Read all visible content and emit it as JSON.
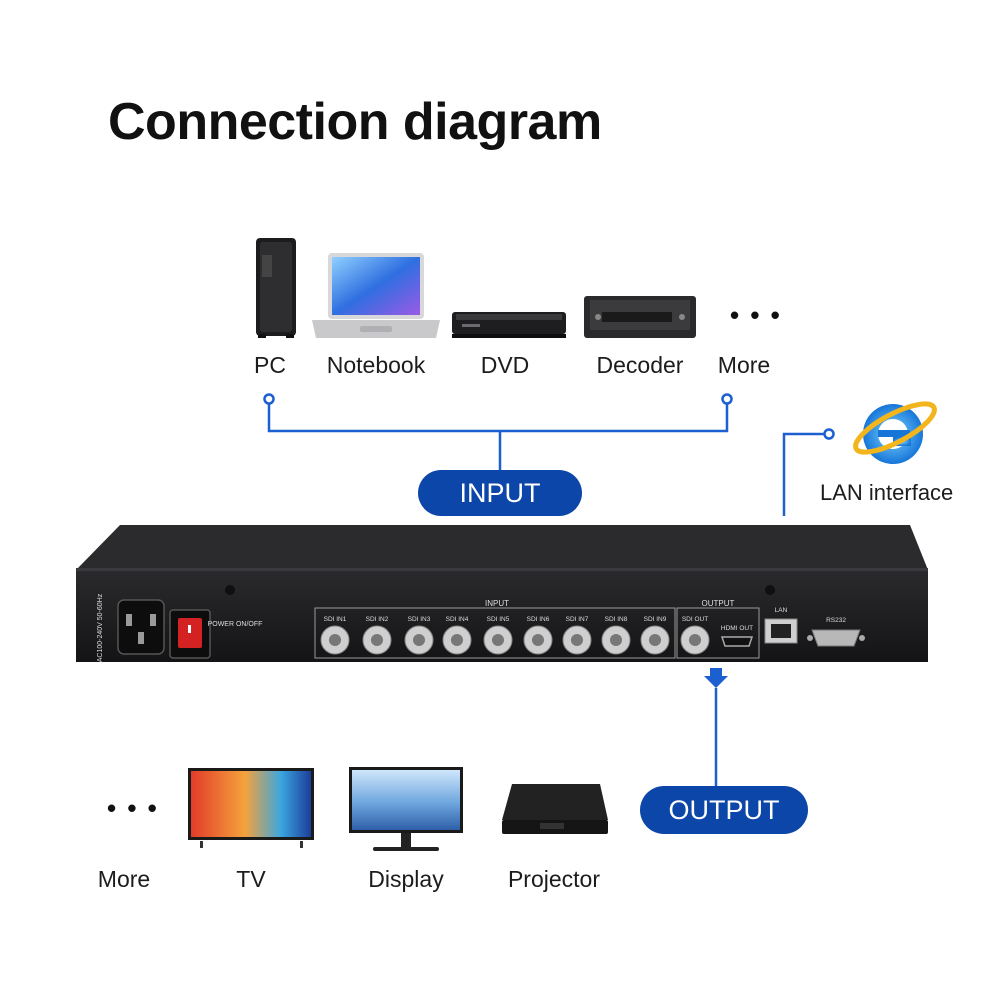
{
  "title": "Connection diagram",
  "input_devices": [
    {
      "label": "PC",
      "icon": "pc-tower-icon"
    },
    {
      "label": "Notebook",
      "icon": "notebook-icon"
    },
    {
      "label": "DVD",
      "icon": "dvd-player-icon"
    },
    {
      "label": "Decoder",
      "icon": "decoder-icon"
    },
    {
      "label": "More",
      "icon": "ellipsis-icon"
    }
  ],
  "input_pill": "INPUT",
  "lan": {
    "label": "LAN interface",
    "icon": "internet-explorer-icon"
  },
  "output_pill": "OUTPUT",
  "output_devices": [
    {
      "label": "More",
      "icon": "ellipsis-icon"
    },
    {
      "label": "TV",
      "icon": "tv-icon"
    },
    {
      "label": "Display",
      "icon": "monitor-icon"
    },
    {
      "label": "Projector",
      "icon": "projector-icon"
    }
  ],
  "panel": {
    "power_spec": "AC100-240V 50-60Hz",
    "power_switch": "POWER ON/OFF",
    "input_group": "INPUT",
    "output_group": "OUTPUT",
    "sdi_inputs": [
      "SDI IN1",
      "SDI IN2",
      "SDI IN3",
      "SDI IN4",
      "SDI IN5",
      "SDI IN6",
      "SDI IN7",
      "SDI IN8",
      "SDI IN9"
    ],
    "sdi_out": "SDI OUT",
    "hdmi_out": "HDMI OUT",
    "lan_port": "LAN",
    "rs232": "RS232"
  },
  "colors": {
    "accent": "#0c46a8",
    "line": "#1c5fd0",
    "chassis": "#1b1b1d"
  }
}
